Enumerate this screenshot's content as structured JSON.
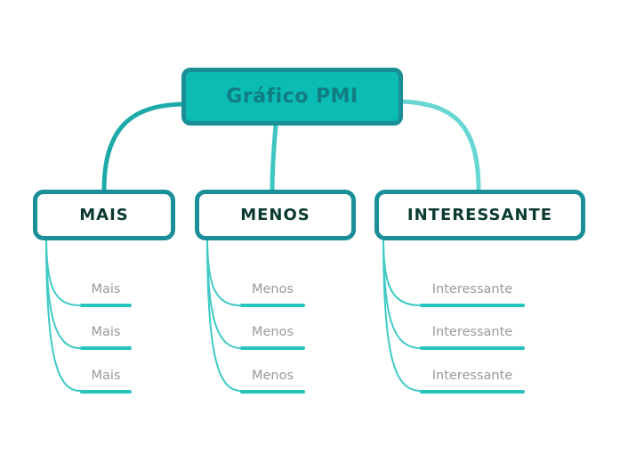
{
  "root": {
    "label": "Gráfico PMI"
  },
  "branches": [
    {
      "label": "MAIS",
      "items": [
        "Mais",
        "Mais",
        "Mais"
      ]
    },
    {
      "label": "MENOS",
      "items": [
        "Menos",
        "Menos",
        "Menos"
      ]
    },
    {
      "label": "INTERESSANTE",
      "items": [
        "Interessante",
        "Interessante",
        "Interessante"
      ]
    }
  ],
  "colors": {
    "root_fill": "#0bbcb5",
    "root_border": "#1a9096",
    "root_text": "#117d82",
    "branch_border": "#1a8f9a",
    "branch_text": "#0a392f",
    "connector_left": "#1caaa8",
    "connector_mid": "#3cc5c1",
    "connector_right": "#68d6d2",
    "leaf_curve": "#3fcac5",
    "leaf_underline": "#27c4be",
    "leaf_text": "#999999"
  }
}
